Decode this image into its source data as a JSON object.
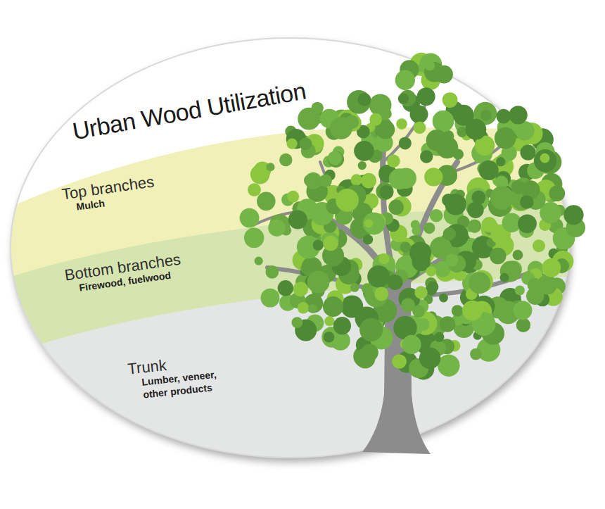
{
  "diagram": {
    "title": "Urban Wood Utilization",
    "nodes": [
      {
        "text": [
          "Top branches",
          "Mulch"
        ]
      },
      {
        "text": [
          "Bottom branches",
          "Firewood, fuelwood"
        ]
      },
      {
        "text": [
          "Trunk",
          "Lumber, veneer, other products"
        ]
      }
    ]
  }
}
